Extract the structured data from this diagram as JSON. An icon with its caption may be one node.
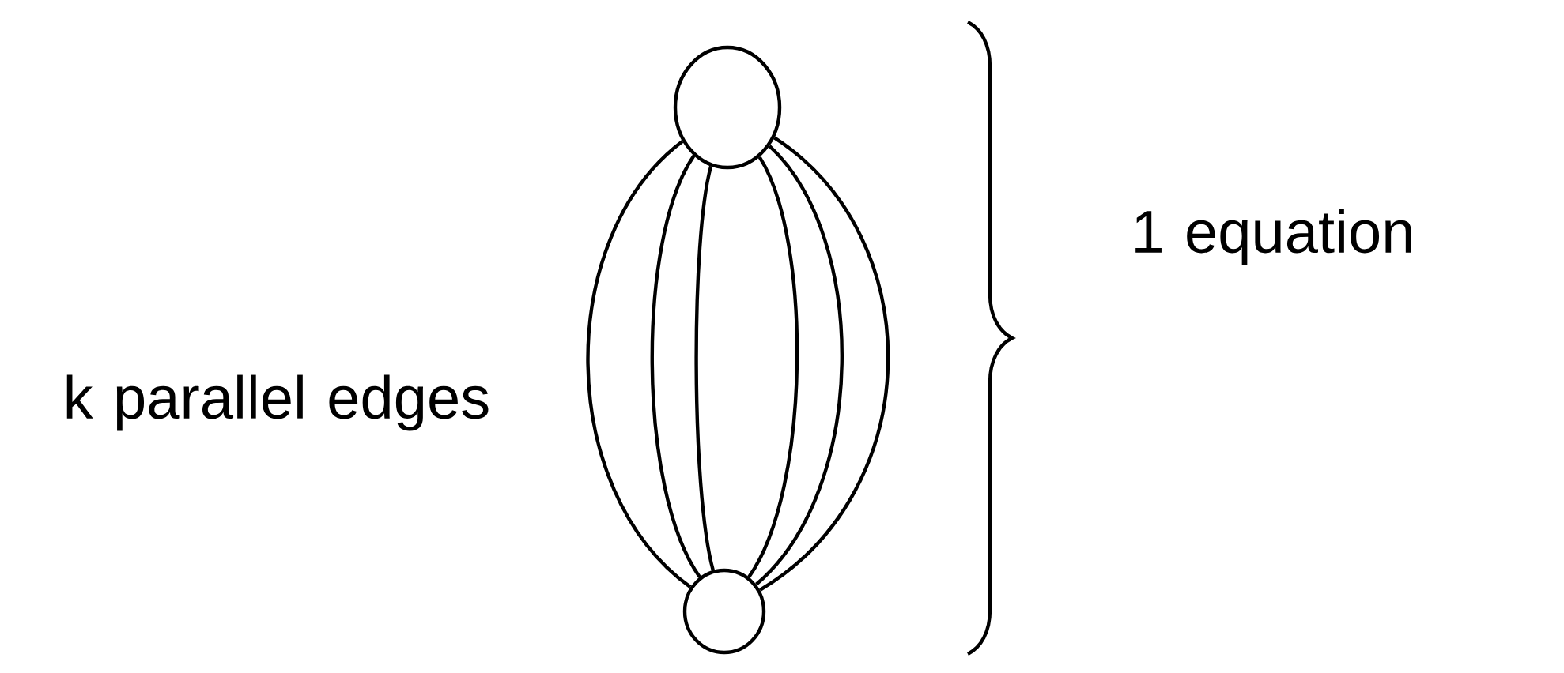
{
  "diagram": {
    "nodes": [
      {
        "text": [],
        "shape": "circle"
      },
      {
        "text": [],
        "shape": "circle"
      }
    ],
    "edges": [
      {
        "from": 0,
        "to": 1,
        "arrow": "none"
      },
      {
        "from": 0,
        "to": 1,
        "arrow": "none"
      },
      {
        "from": 0,
        "to": 1,
        "arrow": "none"
      },
      {
        "from": 0,
        "to": 1,
        "arrow": "none"
      },
      {
        "from": 0,
        "to": 1,
        "arrow": "none"
      },
      {
        "from": 0,
        "to": 1,
        "arrow": "none"
      }
    ],
    "labels": [
      "k parallel edges",
      "1 equation"
    ]
  }
}
